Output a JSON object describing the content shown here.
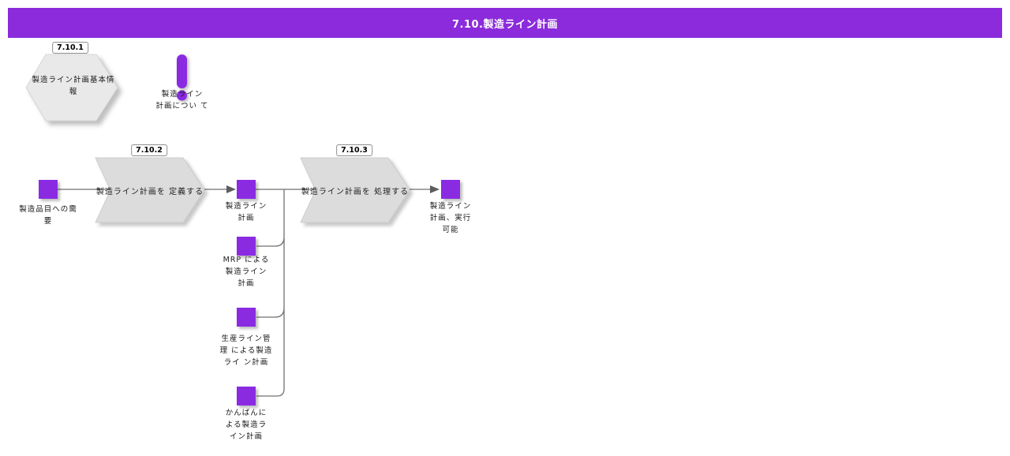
{
  "title": "7.10.製造ライン計画",
  "colors": {
    "title_bar": "#8B2BDB",
    "accent_purple": "#8A2BE2",
    "shape_gray": "#DCDCDC",
    "line_gray": "#707070"
  },
  "hexagon": {
    "id": "7.10.1",
    "label": "製造ライン計画基本情\n報"
  },
  "info_note": {
    "label": "製造ライン\n計画につい て"
  },
  "processes": {
    "define": {
      "id": "7.10.2",
      "label": "製造ライン計画を 定義する"
    },
    "process": {
      "id": "7.10.3",
      "label": "製造ライン計画を 処理する"
    }
  },
  "events": {
    "demand": {
      "label": "製造品目への需\n要"
    },
    "line_plan": {
      "label": "製造ライン\n計画"
    },
    "mrp": {
      "label": "MRP による\n製造ライン\n計画"
    },
    "line_mgmt": {
      "label": "生産ライン管\n理 による製造\nライ ン計画"
    },
    "kanban": {
      "label": "かんばんに\nよる製造ラ\nイン計画"
    },
    "executable": {
      "label": "製造ライン\n計画、実行\n可能"
    }
  }
}
